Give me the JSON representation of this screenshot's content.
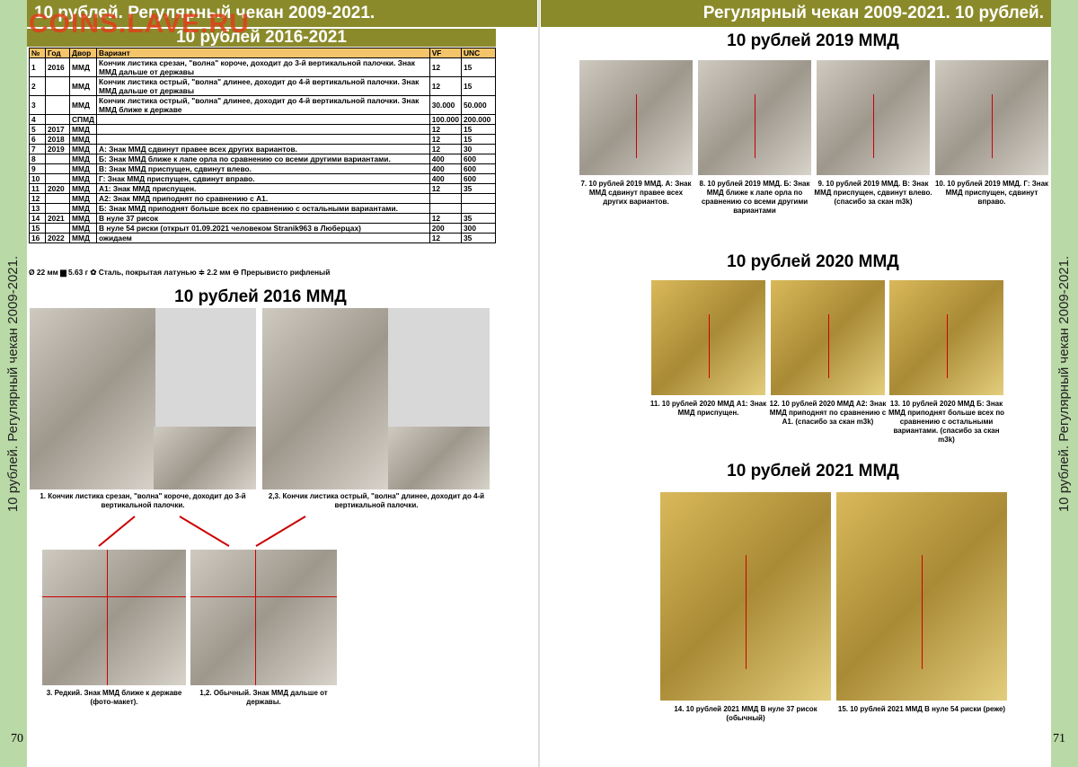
{
  "left": {
    "header": "10 рублей. Регулярный чекан 2009-2021.",
    "watermark": "COINS.LAVE.RU",
    "subheader": "10 рублей 2016-2021",
    "side_text": "10 рублей. Регулярный чекан 2009-2021.",
    "page_number": "70",
    "table": {
      "headers": [
        "№",
        "Год",
        "Двор",
        "Вариант",
        "VF",
        "UNC"
      ],
      "rows": [
        [
          "1",
          "2016",
          "ММД",
          "Кончик листика срезан, \"волна\" короче, доходит до 3-й вертикальной палочки. Знак ММД дальше от державы",
          "12",
          "15"
        ],
        [
          "2",
          "",
          "ММД",
          "Кончик листика острый, \"волна\" длинее, доходит до 4-й вертикальной палочки. Знак ММД дальше от державы",
          "12",
          "15"
        ],
        [
          "3",
          "",
          "ММД",
          "Кончик листика острый, \"волна\" длинее, доходит до 4-й вертикальной палочки. Знак ММД ближе к державе",
          "30.000",
          "50.000"
        ],
        [
          "4",
          "",
          "СПМД",
          "",
          "100.000",
          "200.000"
        ],
        [
          "5",
          "2017",
          "ММД",
          "",
          "12",
          "15"
        ],
        [
          "6",
          "2018",
          "ММД",
          "",
          "12",
          "15"
        ],
        [
          "7",
          "2019",
          "ММД",
          "А: Знак ММД сдвинут правее всех других вариантов.",
          "12",
          "30"
        ],
        [
          "8",
          "",
          "ММД",
          "Б: Знак ММД ближе к лапе орла по сравнению со всеми другими вариантами.",
          "400",
          "600"
        ],
        [
          "9",
          "",
          "ММД",
          "В: Знак ММД приспущен, сдвинут влево.",
          "400",
          "600"
        ],
        [
          "10",
          "",
          "ММД",
          "Г: Знак ММД приспущен, сдвинут вправо.",
          "400",
          "600"
        ],
        [
          "11",
          "2020",
          "ММД",
          "А1: Знак ММД приспущен.",
          "12",
          "35"
        ],
        [
          "12",
          "",
          "ММД",
          "А2: Знак ММД приподнят по сравнению с А1.",
          "",
          ""
        ],
        [
          "13",
          "",
          "ММД",
          "Б: Знак ММД приподнят больше всех по сравнению с остальными вариантами.",
          "",
          ""
        ],
        [
          "14",
          "2021",
          "ММД",
          "В нуле 37 рисок",
          "12",
          "35"
        ],
        [
          "15",
          "",
          "ММД",
          "В нуле 54 риски (открыт 01.09.2021 человеком Stranik963 в Люберцах)",
          "200",
          "300"
        ],
        [
          "16",
          "2022",
          "ММД",
          "ожидаем",
          "12",
          "35"
        ]
      ]
    },
    "specs": "Ø 22 мм  ▆ 5.63 г  ✿ Сталь, покрытая латунью  ≑ 2.2 мм  ⊖ Прерывисто рифленый",
    "section_title": "10 рублей 2016 ММД",
    "captions": [
      "1. Кончик листика срезан, \"волна\" короче, доходит до 3-й вертикальной палочки.",
      "2,3. Кончик листика острый, \"волна\" длинее, доходит до 4-й вертикальной палочки.",
      "3. Редкий. Знак ММД ближе к державе (фото-макет).",
      "1,2. Обычный. Знак ММД дальше от державы."
    ]
  },
  "right": {
    "header": "Регулярный чекан 2009-2021. 10 рублей.",
    "side_text": "10 рублей. Регулярный чекан 2009-2021.",
    "page_number": "71",
    "s2019": {
      "title": "10 рублей 2019 ММД",
      "captions": [
        "7. 10 рублей 2019 ММД. А: Знак ММД сдвинут правее всех других вариантов.",
        "8. 10 рублей 2019 ММД. Б: Знак ММД ближе к лапе орла по сравнению со всеми другими вариантами",
        "9. 10 рублей 2019 ММД. В: Знак ММД приспущен, сдвинут влево. (спасибо за скан m3k)",
        "10. 10 рублей 2019 ММД. Г: Знак ММД приспущен, сдвинут вправо."
      ]
    },
    "s2020": {
      "title": "10 рублей 2020 ММД",
      "captions": [
        "11. 10 рублей 2020 ММД А1: Знак ММД приспущен.",
        "12. 10 рублей 2020 ММД А2: Знак ММД приподнят по сравнению с А1. (спасибо за скан m3k)",
        "13. 10 рублей 2020 ММД Б: Знак ММД приподнят больше всех по сравнению с остальными вариантами. (спасибо за скан m3k)"
      ]
    },
    "s2021": {
      "title": "10 рублей 2021 ММД",
      "captions": [
        "14. 10 рублей 2021 ММД В нуле 37 рисок (обычный)",
        "15. 10 рублей 2021 ММД В нуле 54 риски (реже)"
      ]
    }
  }
}
